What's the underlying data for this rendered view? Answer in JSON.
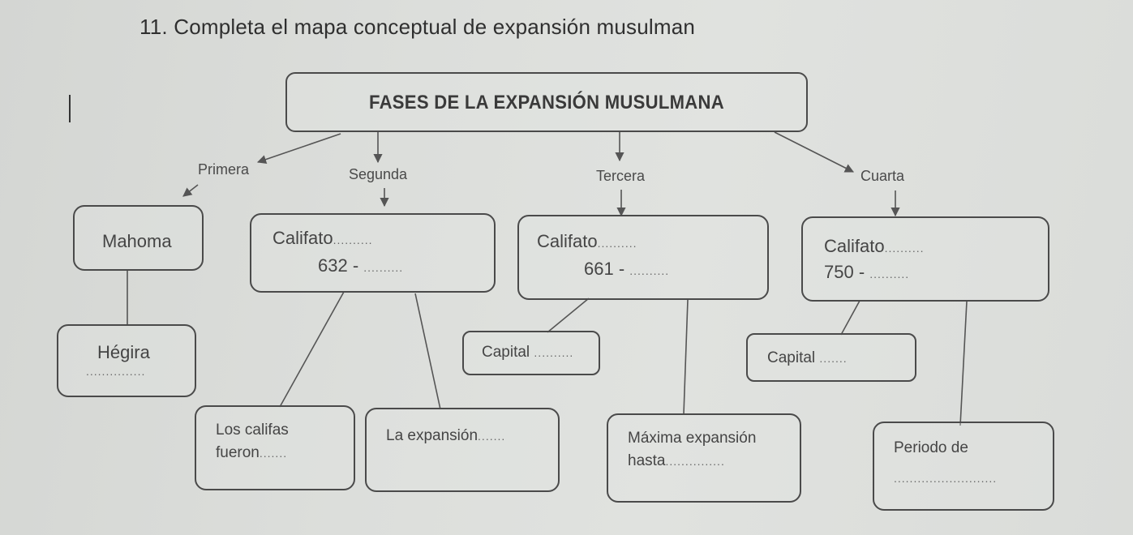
{
  "title": "11. Completa el mapa conceptual de expansión musulman",
  "header": "FASES DE LA EXPANSIÓN MUSULMANA",
  "phases": [
    {
      "label": "Primera"
    },
    {
      "label": "Segunda"
    },
    {
      "label": "Tercera"
    },
    {
      "label": "Cuarta"
    }
  ],
  "nodes": {
    "mahoma": "Mahoma",
    "hegira": "Hégira",
    "hegira_blank": "...............",
    "califato2_line1": "Califato",
    "califato2_blank1": "..........",
    "califato2_line2": "632 - ",
    "califato2_blank2": "..........",
    "califato3_line1": "Califato",
    "califato3_blank1": "..........",
    "califato3_line2": "661 - ",
    "califato3_blank2": "..........",
    "califato4_line1": "Califato",
    "califato4_blank1": "..........",
    "califato4_line2": "750 - ",
    "califato4_blank2": "..........",
    "capital3": "Capital ",
    "capital3_blank": "..........",
    "capital4": "Capital ",
    "capital4_blank": ".......",
    "califas_line1": "Los califas",
    "califas_line2": "fueron",
    "califas_blank": ".......",
    "expansion": "La expansión",
    "expansion_blank": ".......",
    "maxima_line1": "Máxima expansión",
    "maxima_line2": "hasta",
    "maxima_blank": "...............",
    "periodo": "Periodo de",
    "periodo_blank": ".........................."
  },
  "colors": {
    "paper": "#dcdedb",
    "ink": "#3a3a3a",
    "border": "#4a4a4a"
  }
}
